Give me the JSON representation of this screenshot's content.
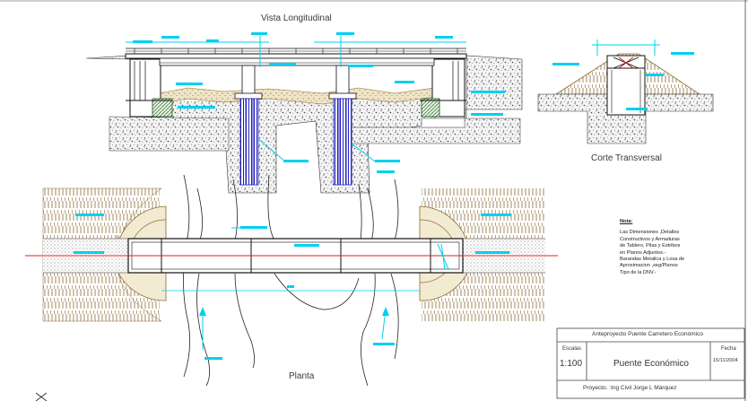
{
  "views": {
    "longitudinal_title": "Vista Longitudinal",
    "transversal_title": "Corte Transversal",
    "plan_title": "Planta"
  },
  "note": {
    "title": "Nota:",
    "lines": [
      "Las Dimensiones ,Detalles",
      "Constructivos y Armaduras",
      "de Tablero, Pilas y Estribos",
      "en Planos Adjuntos.-",
      "Barandas Metalica y Losa de",
      "Aproximacion ,seg/Planos",
      "Tipo de la DNV.-"
    ]
  },
  "title_block": {
    "header": "Anteproyecto Puente Carretero Económico",
    "scale_label": "Escalas",
    "scale_value": "1:100",
    "name": "Puente Económico",
    "date_label": "Fecha",
    "date_value": "15/11/2004",
    "author": "Proyecto. :Ing Civil Jorge L Márquez"
  },
  "colors": {
    "line": "#1a1a1a",
    "ground": "#8a6a35",
    "dimension": "#00d0ee",
    "centerline": "#e02020",
    "piles": "#2020c0",
    "fill_concrete": "#c8c8c8",
    "fill_soil": "#efe4c6"
  }
}
